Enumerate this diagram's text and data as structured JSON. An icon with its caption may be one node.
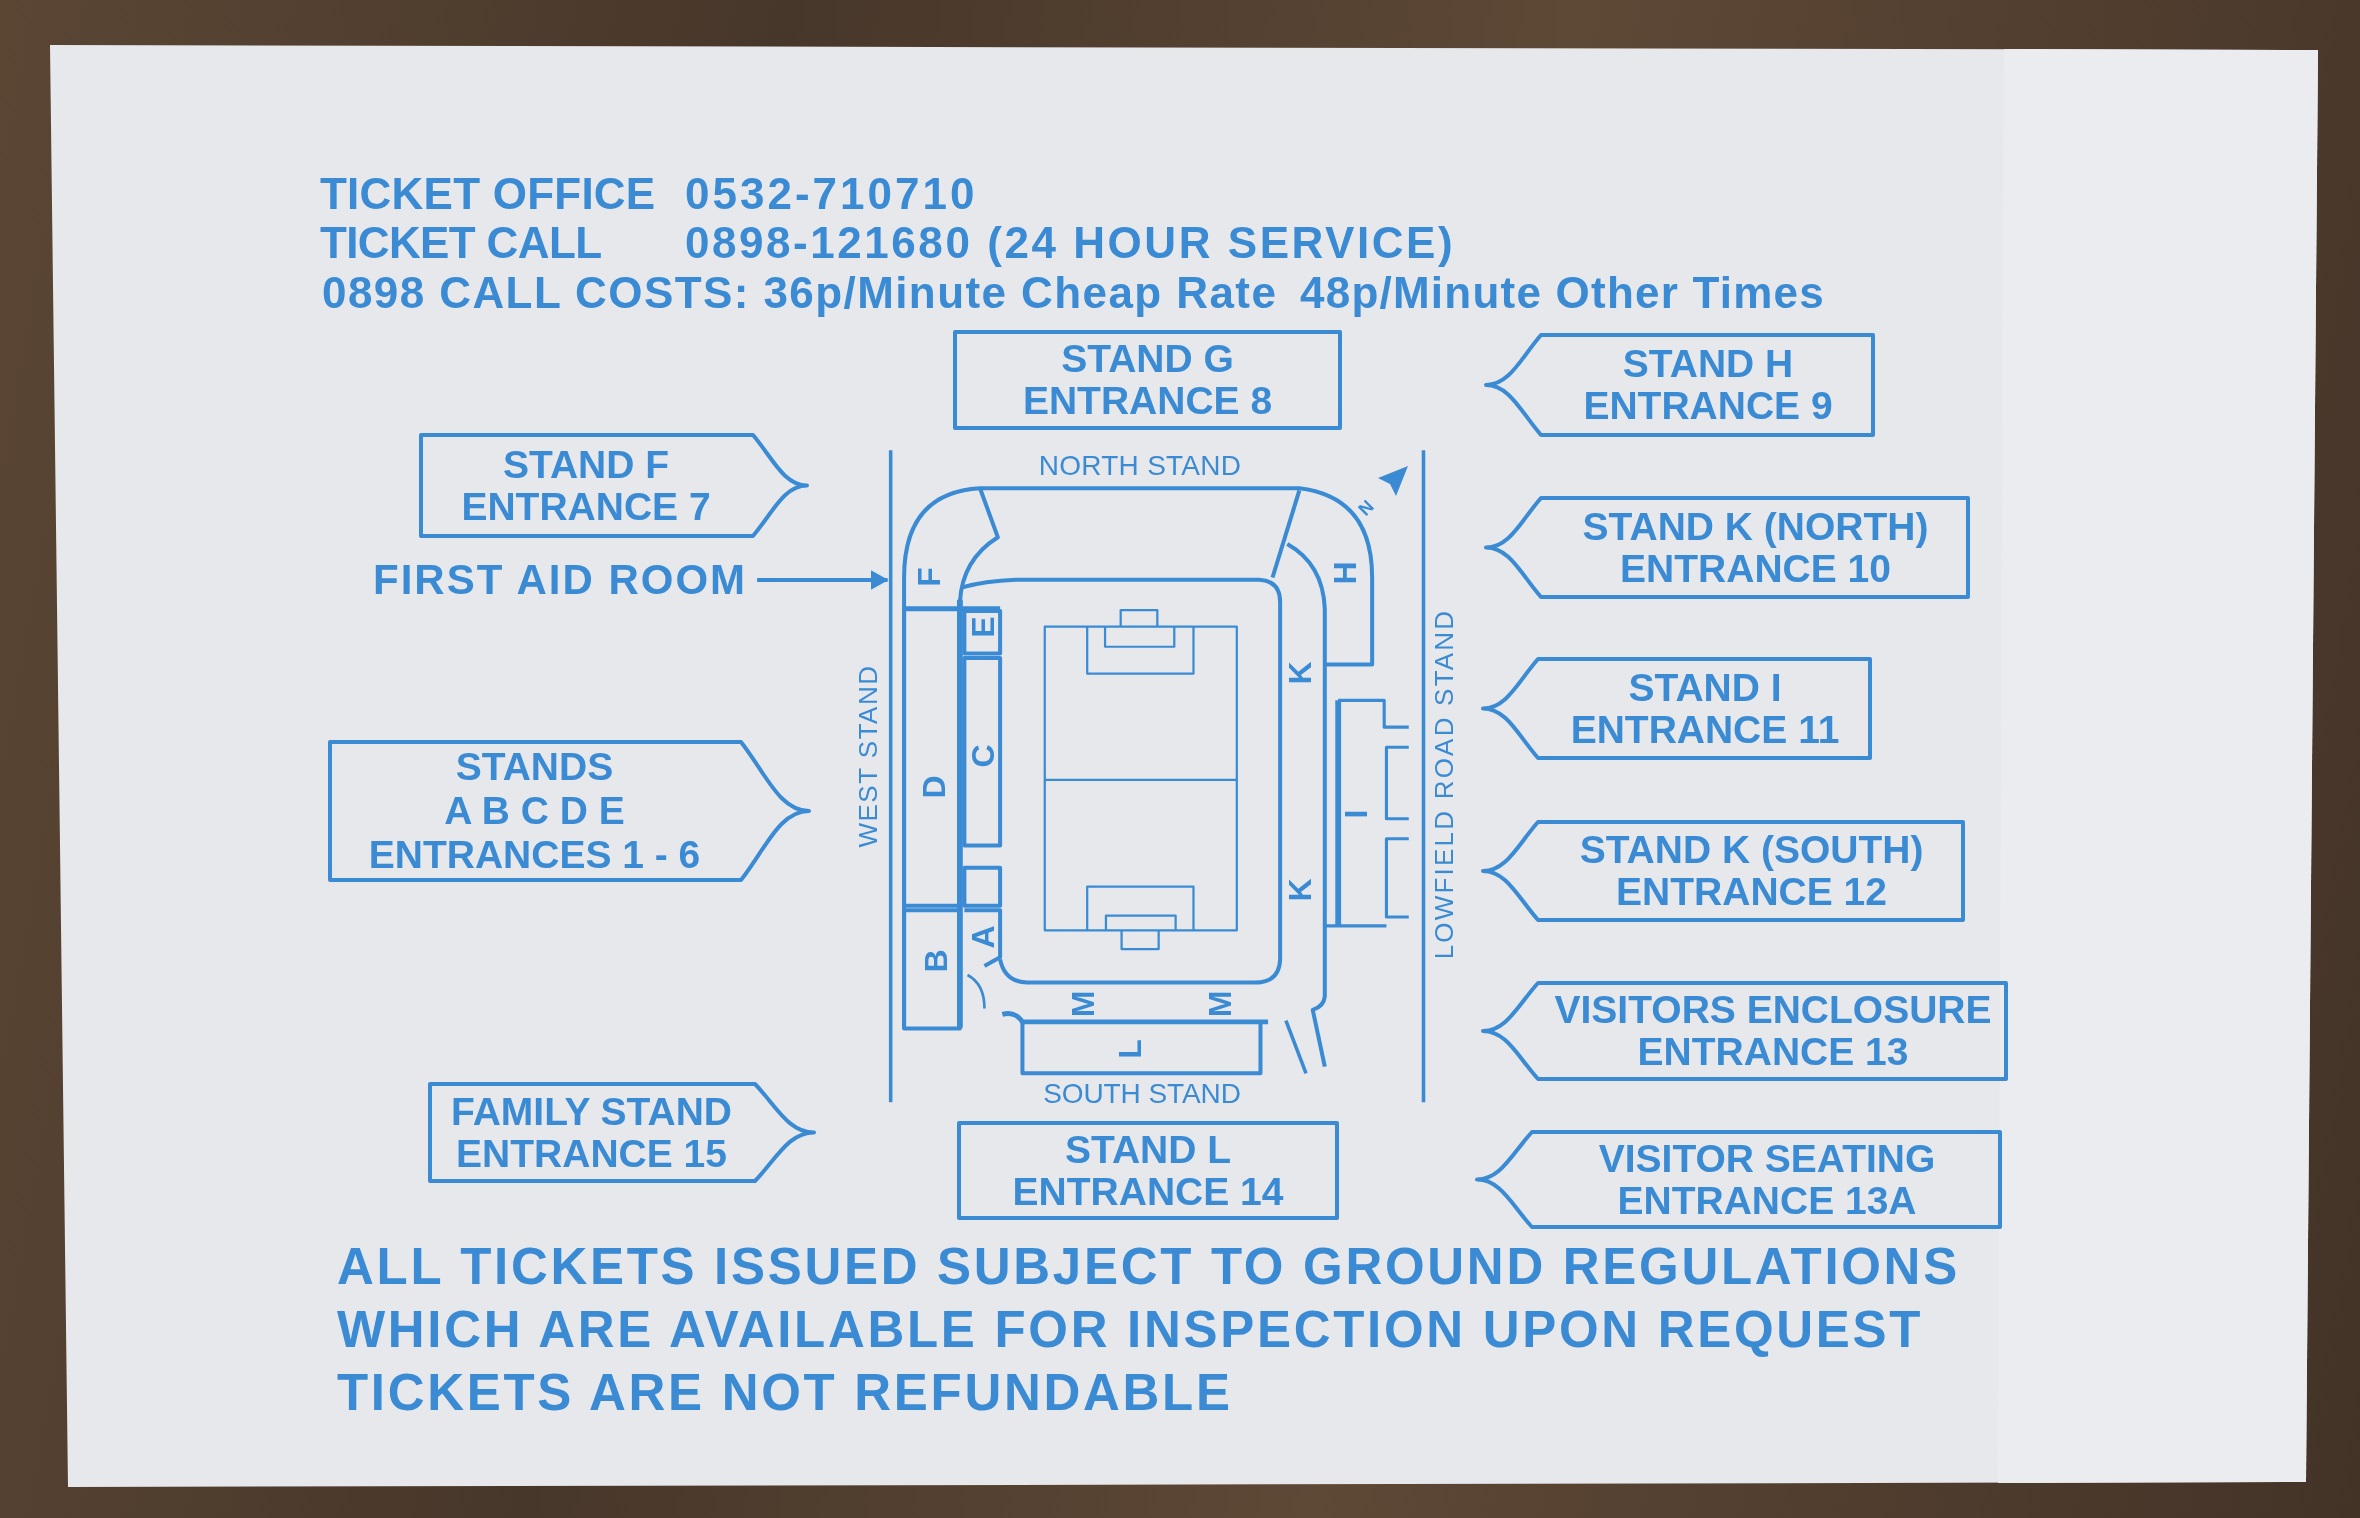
{
  "diagram": {
    "nodes": [
      {
        "text": [
          "STAND G",
          "ENTRANCE 8"
        ]
      },
      {
        "text": [
          "STAND H",
          "ENTRANCE 9"
        ]
      },
      {
        "text": [
          "STAND F",
          "ENTRANCE 7"
        ]
      },
      {
        "text": [],
        "shape": "picture"
      },
      {
        "text": [
          "STAND K (NORTH)",
          "ENTRANCE 10"
        ]
      },
      {
        "text": [
          "FIRST AID ROOM"
        ]
      },
      {
        "text": [
          "STAND I",
          "ENTRANCE 11"
        ]
      },
      {
        "text": [
          "STANDS A B C D E",
          "ENTRANCES 1 - 6"
        ]
      },
      {
        "text": [
          "STAND K (SOUTH)",
          "ENTRANCE 12"
        ]
      },
      {
        "text": [
          "VISITORS ENCLOSURE",
          "ENTRANCE 13"
        ]
      },
      {
        "text": [
          "FAMILY STAND",
          "ENTRANCE 15"
        ]
      },
      {
        "text": [
          "STAND L",
          "ENTRANCE 14"
        ]
      },
      {
        "text": [
          "VISITOR SEATING",
          "ENTRANCE 13A"
        ]
      }
    ],
    "edges": [
      {
        "from": 5,
        "to": 3,
        "arrow": "to"
      }
    ],
    "labels": [
      "TICKET OFFICE",
      "0532-710710",
      "TICKET CALL",
      "0898-121680 (24 HOUR SERVICE)",
      "0898 CALL COSTS: 36p/Minute Cheap Rate",
      "48p/Minute Other Times",
      "NORTH STAND",
      "N",
      "F",
      "H",
      "E",
      "K",
      "WEST STAND",
      "D",
      "C",
      "LOWFIELD ROAD STAND",
      "I",
      "K",
      "A",
      "B",
      "M",
      "M",
      "L",
      "SOUTH STAND",
      "ALL TICKETS ISSUED SUBJECT TO GROUND REGULATIONS WHICH ARE AVAILABLE FOR INSPECTION UPON REQUEST",
      "TICKETS ARE NOT REFUNDABLE"
    ]
  }
}
